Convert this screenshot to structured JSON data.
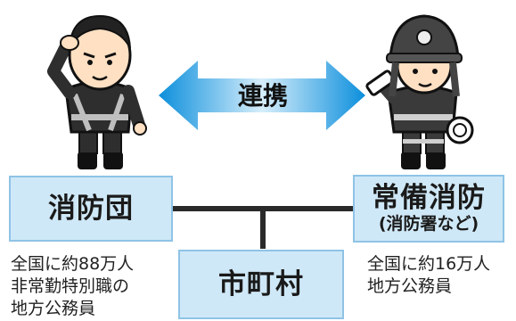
{
  "arrow": {
    "label": "連携"
  },
  "boxes": {
    "shobodan": {
      "title": "消防団"
    },
    "jobi": {
      "title": "常備消防",
      "subtitle": "(消防署など)"
    },
    "shichoson": {
      "title": "市町村"
    }
  },
  "descriptions": {
    "left": [
      "全国に約88万人",
      "非常勤特別職の",
      "地方公務員"
    ],
    "right": [
      "全国に約16万人",
      "地方公務員"
    ]
  },
  "colors": {
    "box_fill": "#cfe8f7",
    "box_border": "#8fc3e6",
    "arrow": "#3aa7e6",
    "line": "#2a2a2a"
  },
  "icons": {
    "left_figure": "saluting-volunteer-firefighter",
    "right_figure": "firefighter-with-helmet-and-nozzle"
  }
}
